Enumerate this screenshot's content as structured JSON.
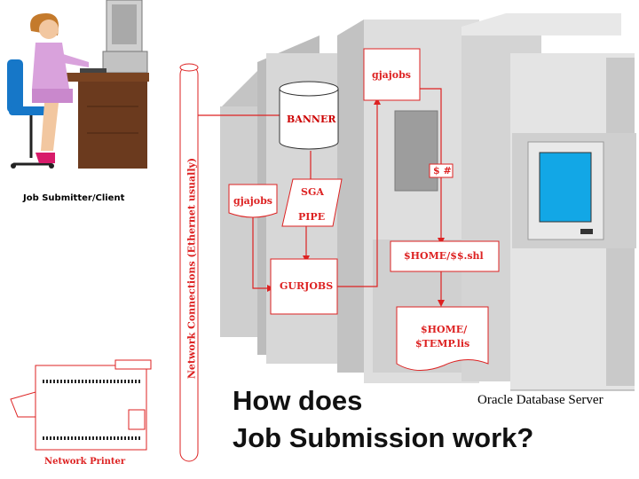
{
  "diagram": {
    "title_line1": "How does",
    "title_line2": "Job Submission work?",
    "client_label": "Job Submitter/Client",
    "printer_label": "Network Printer",
    "server_label": "Oracle Database Server",
    "network_label": "Network Connections (Ethernet usually)",
    "boxes": {
      "banner": "BANNER",
      "gjajobs_top": "gjajobs",
      "gjajobs_left": "gjajobs",
      "sga_line1": "SGA",
      "sga_line2": "PIPE",
      "gurjobs": "GURJOBS",
      "home_shl": "$HOME/$$.shl",
      "temp_line1": "$HOME/",
      "temp_line2": "$TEMP.lis",
      "shell_symbol": "$ #"
    }
  },
  "colors": {
    "flow": "#dd2222",
    "server_face": "#d9d9d9",
    "server_light": "#e6e6e6",
    "server_dark": "#bdbdbd",
    "monitor_screen": "#12a7e6",
    "desk": "#6b3a1e"
  }
}
